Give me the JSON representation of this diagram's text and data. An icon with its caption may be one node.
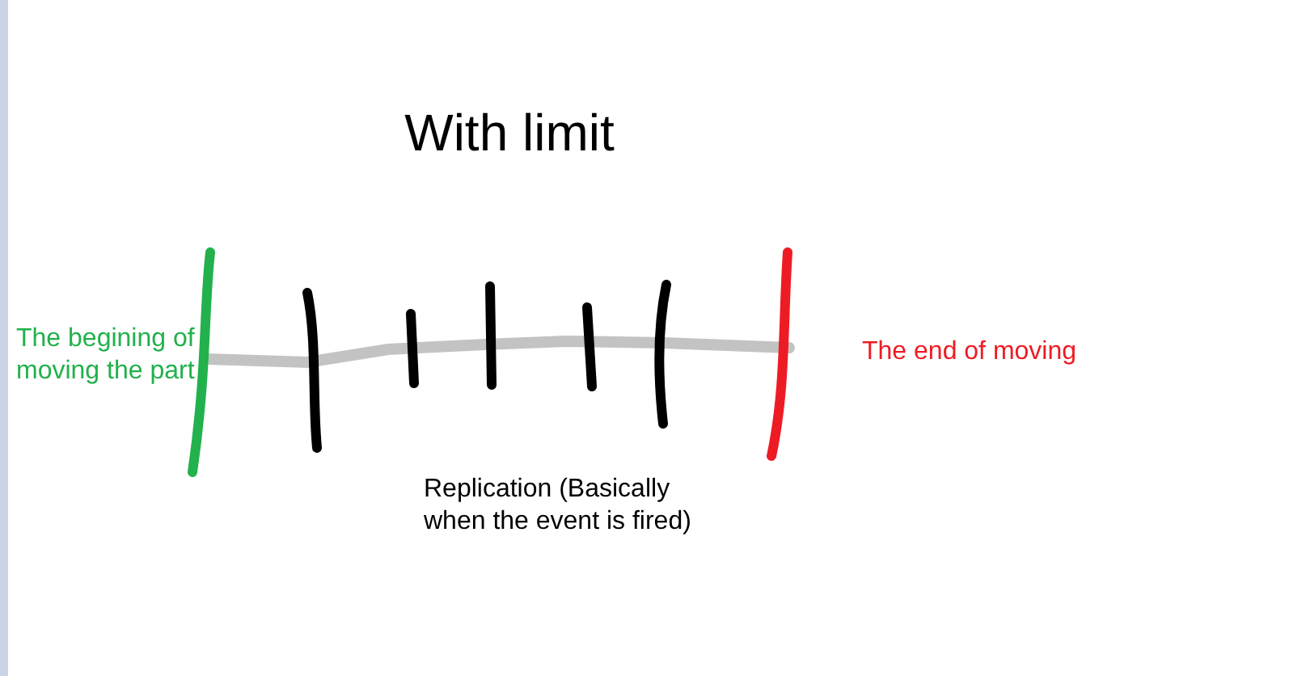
{
  "diagram": {
    "title": "With limit",
    "labels": [
      "The begining of moving the part",
      "The end of moving",
      "Replication (Basically when the event is fired)"
    ]
  }
}
